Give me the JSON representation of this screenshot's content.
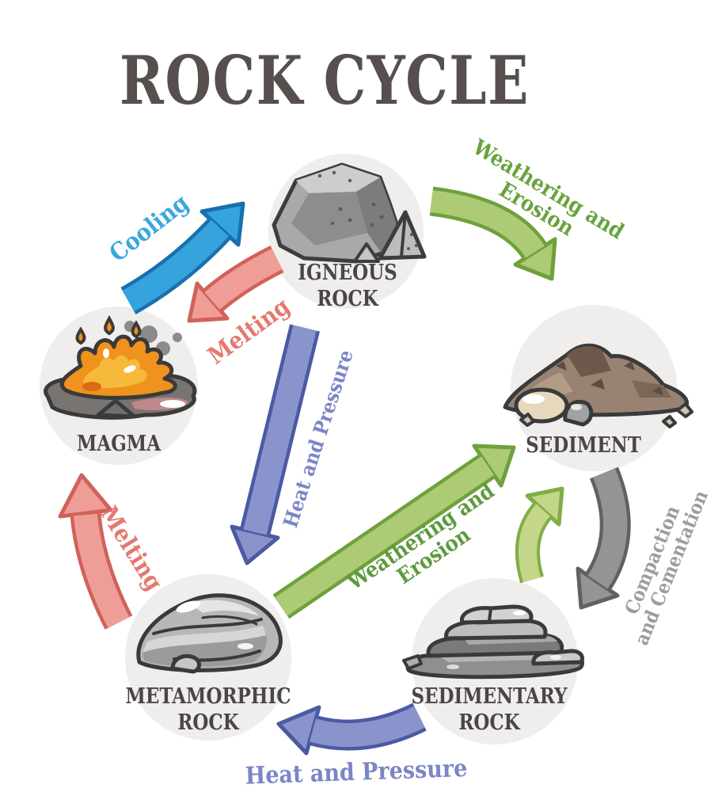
{
  "title": "ROCK CYCLE",
  "nodes": {
    "igneous": {
      "line1": "IGNEOUS",
      "line2": "ROCK"
    },
    "magma": {
      "line1": "MAGMA",
      "line2": ""
    },
    "sediment": {
      "line1": "SEDIMENT",
      "line2": ""
    },
    "metamorphic": {
      "line1": "METAMORPHIC",
      "line2": "ROCK"
    },
    "sedimentary": {
      "line1": "SEDIMENTARY",
      "line2": "ROCK"
    }
  },
  "arrows": {
    "cooling": {
      "label": "Cooling",
      "from": "MAGMA",
      "to": "IGNEOUS ROCK",
      "color": "#3aa7de"
    },
    "melting_top": {
      "label": "Melting",
      "from": "IGNEOUS ROCK",
      "to": "MAGMA",
      "color": "#e4796f"
    },
    "weathering_top": {
      "line1": "Weathering and",
      "line2": "Erosion",
      "from": "IGNEOUS ROCK",
      "to": "SEDIMENT",
      "color": "#69a23e"
    },
    "heat_pressure_center": {
      "label": "Heat and Pressure",
      "from": "IGNEOUS ROCK",
      "to": "METAMORPHIC ROCK",
      "color": "#7b85c6"
    },
    "weathering_center": {
      "line1": "Weathering and",
      "line2": "Erosion",
      "from": "METAMORPHIC ROCK",
      "to": "SEDIMENT",
      "color": "#5d9a3d"
    },
    "sediment_up": {
      "label": "",
      "from": "SEDIMENTARY ROCK",
      "to": "SEDIMENT",
      "color": "#c4d689"
    },
    "compaction": {
      "line1": "Compaction",
      "line2": "and Cementation",
      "from": "SEDIMENT",
      "to": "SEDIMENTARY ROCK",
      "color": "#9d9d9d"
    },
    "melting_left": {
      "label": "Melting",
      "from": "METAMORPHIC ROCK",
      "to": "MAGMA",
      "color": "#e4796f"
    },
    "heat_pressure_bottom": {
      "label": "Heat and Pressure",
      "from": "SEDIMENTARY ROCK",
      "to": "METAMORPHIC ROCK",
      "color": "#7b85c6"
    }
  },
  "colors": {
    "title_text": "#564f4e",
    "node_label_text": "#4a4645",
    "node_circle_bg": "#efeeec",
    "cooling_blue_fill": "#35a3dc",
    "cooling_blue_outline": "#1a6fae",
    "melting_salmon_fill": "#ef9e97",
    "melting_salmon_outline": "#d0625a",
    "weathering_green_fill": "#accb74",
    "weathering_green_outline": "#6fa03c",
    "heat_pressure_purple_fill": "#8a94cc",
    "heat_pressure_purple_outline": "#4c59a3",
    "compaction_gray_fill": "#949494",
    "compaction_gray_outline": "#616161"
  }
}
